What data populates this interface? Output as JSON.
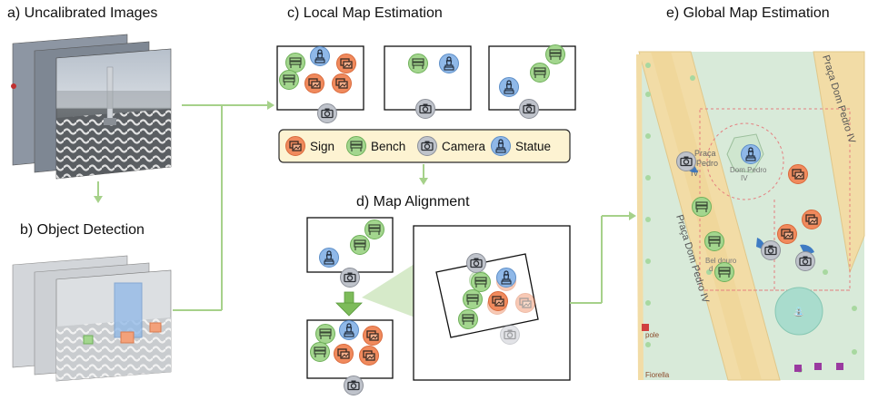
{
  "titles": {
    "a": "a) Uncalibrated Images",
    "b": "b) Object Detection",
    "c": "c) Local Map Estimation",
    "d": "d) Map Alignment",
    "e": "e) Global Map Estimation"
  },
  "legend": {
    "sign": "Sign",
    "bench": "Bench",
    "camera": "Camera",
    "statue": "Statue"
  },
  "map_labels": {
    "street_top": "Praça Dom Pedro IV",
    "street_left": "Praça Dom Pedro IV",
    "praca_line1": "Praça",
    "praca_line2": "Pedro",
    "praca_line3": "IV",
    "monument_line1": "Dom Pedro",
    "monument_line2": "IV",
    "belvedere_line1": "Bel  douro",
    "belvedere_line2": "d   nhos",
    "pole_label": "pole",
    "fiorella_label": "Fiorella"
  },
  "colors": {
    "sign": "#f08a5d",
    "bench": "#93cf80",
    "camera": "#b9bdc6",
    "statue": "#8fb8e8",
    "arrow": "#a6d18a",
    "legend_bg": "#fdf3d2",
    "map_bg": "#d8ead9",
    "road": "#f2dca6"
  }
}
